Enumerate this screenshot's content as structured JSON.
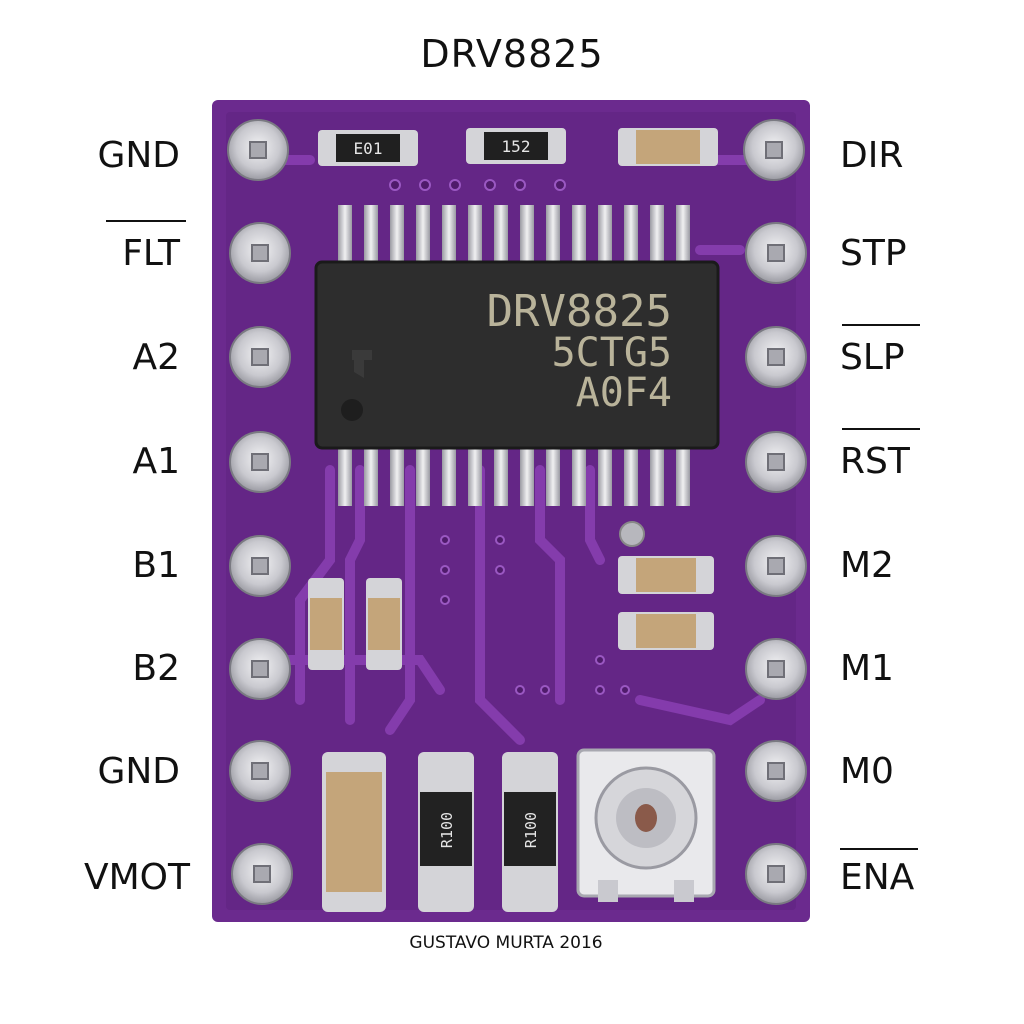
{
  "title": "DRV8825",
  "credit": "GUSTAVO MURTA 2016",
  "chip": {
    "lines": [
      "DRV8825",
      "5CTG5",
      "A0F4"
    ]
  },
  "components": {
    "r1": "E01",
    "r2": "152",
    "sense1": "R100",
    "sense2": "R100"
  },
  "pins_left": [
    {
      "label": "GND",
      "active_low": false
    },
    {
      "label": "FLT",
      "active_low": true
    },
    {
      "label": "A2",
      "active_low": false
    },
    {
      "label": "A1",
      "active_low": false
    },
    {
      "label": "B1",
      "active_low": false
    },
    {
      "label": "B2",
      "active_low": false
    },
    {
      "label": "GND",
      "active_low": false
    },
    {
      "label": "VMOT",
      "active_low": false
    }
  ],
  "pins_right": [
    {
      "label": "DIR",
      "active_low": false
    },
    {
      "label": "STP",
      "active_low": false
    },
    {
      "label": "SLP",
      "active_low": true
    },
    {
      "label": "RST",
      "active_low": true
    },
    {
      "label": "M2",
      "active_low": false
    },
    {
      "label": "M1",
      "active_low": false
    },
    {
      "label": "M0",
      "active_low": false
    },
    {
      "label": "ENA",
      "active_low": true
    }
  ],
  "colors": {
    "pcb": "#6b2a8e",
    "pcb_dark": "#4f1b6b",
    "trace": "#7d36a3",
    "chip": "#2d2d2d",
    "chip_text": "#b9b39a",
    "pad": "#cfcfd4",
    "cap": "#c4a57a"
  }
}
